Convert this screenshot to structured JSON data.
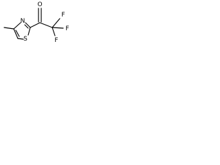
{
  "molecule": {
    "atoms": [
      {
        "id": "f1",
        "symbol": "F"
      },
      {
        "id": "f2",
        "symbol": "F"
      },
      {
        "id": "f3",
        "symbol": "F"
      },
      {
        "id": "o1",
        "symbol": "O"
      },
      {
        "id": "n1",
        "symbol": "N"
      },
      {
        "id": "s1",
        "symbol": "S"
      }
    ],
    "bonds": [
      {
        "id": "methyl-c4",
        "order": 1
      },
      {
        "id": "c4-n3",
        "order": 1
      },
      {
        "id": "c4-c5",
        "order": 2
      },
      {
        "id": "n3-c2",
        "order": 2
      },
      {
        "id": "c2-s1",
        "order": 1
      },
      {
        "id": "s1-c5",
        "order": 1
      },
      {
        "id": "c2-carbonyl",
        "order": 1
      },
      {
        "id": "carbonyl-o",
        "order": 2
      },
      {
        "id": "carbonyl-cf3",
        "order": 1
      },
      {
        "id": "cf3-f-top",
        "order": 1
      },
      {
        "id": "cf3-f-right",
        "order": 1
      },
      {
        "id": "cf3-f-bottom",
        "order": 1
      }
    ]
  }
}
